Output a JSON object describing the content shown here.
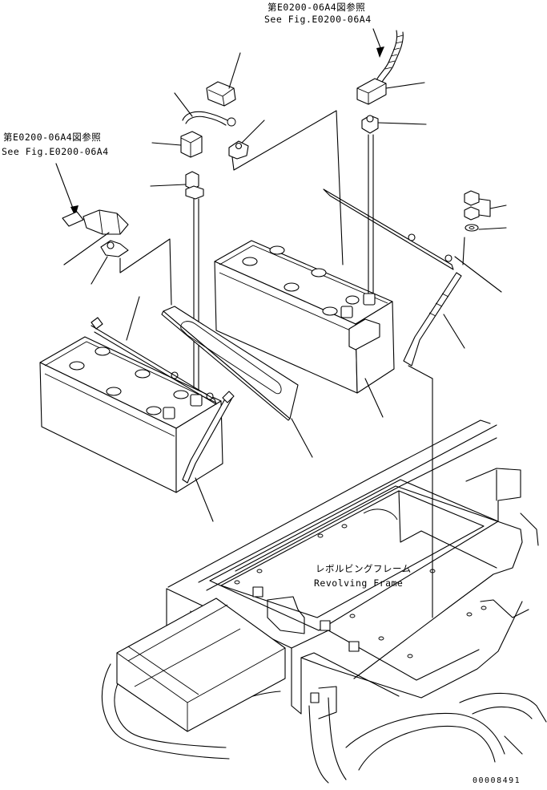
{
  "diagram": {
    "ref_top": {
      "jp": "第E0200-06A4図参照",
      "en": "See Fig.E0200-06A4"
    },
    "ref_left": {
      "jp": "第E0200-06A4図参照",
      "en": "See Fig.E0200-06A4"
    },
    "frame_label": {
      "jp": "レボルビングフレーム",
      "en": "Revolving Frame"
    },
    "drawing_number": "00008491"
  }
}
